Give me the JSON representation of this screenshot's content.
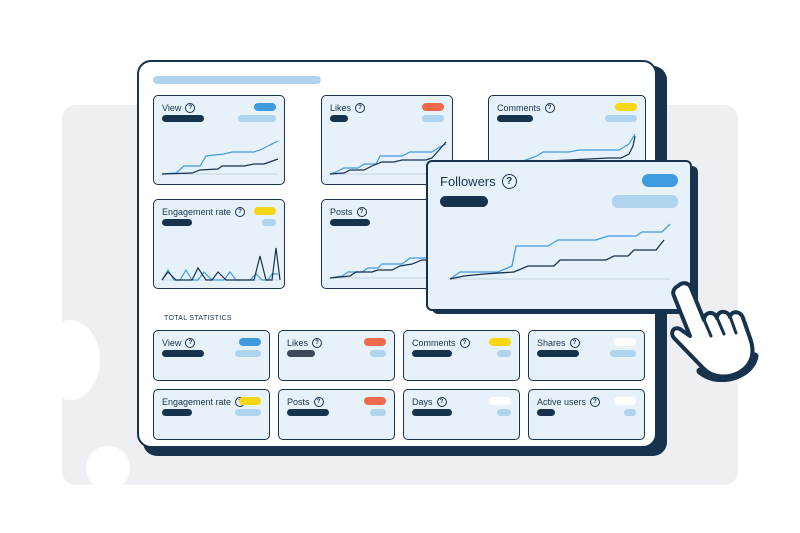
{
  "dashboard": {
    "charts": [
      {
        "label": "View",
        "help": "?",
        "pill": "blue",
        "bar_width": 40
      },
      {
        "label": "Likes",
        "help": "?",
        "pill": "red",
        "bar_width": 18
      },
      {
        "label": "Comments",
        "help": "?",
        "pill": "yellow",
        "bar_width": 36
      },
      {
        "label": "Engagement rate",
        "help": "?",
        "pill": "yellow",
        "bar_width": 30
      },
      {
        "label": "Posts",
        "help": "?",
        "pill": "none",
        "bar_width": 40
      }
    ],
    "section_title": "TOTAL STATISTICS",
    "stats": [
      {
        "label": "View",
        "help": "?",
        "pill": "blue"
      },
      {
        "label": "Likes",
        "help": "?",
        "pill": "red"
      },
      {
        "label": "Comments",
        "help": "?",
        "pill": "yellow"
      },
      {
        "label": "Shares",
        "help": "?",
        "pill": "white"
      },
      {
        "label": "Engagement rate",
        "help": "?",
        "pill": "yellow"
      },
      {
        "label": "Posts",
        "help": "?",
        "pill": "red"
      },
      {
        "label": "Days",
        "help": "?",
        "pill": "white"
      },
      {
        "label": "Active users",
        "help": "?",
        "pill": "white"
      }
    ]
  },
  "popup": {
    "label": "Followers",
    "help": "?",
    "pill": "blue"
  },
  "colors": {
    "navy": "#17324d",
    "light_blue": "#b0d3ee",
    "blue": "#3f9be0",
    "red": "#ef6a4c",
    "yellow": "#f7d614",
    "card": "#e7f1fa",
    "background": "#eeeff2"
  }
}
